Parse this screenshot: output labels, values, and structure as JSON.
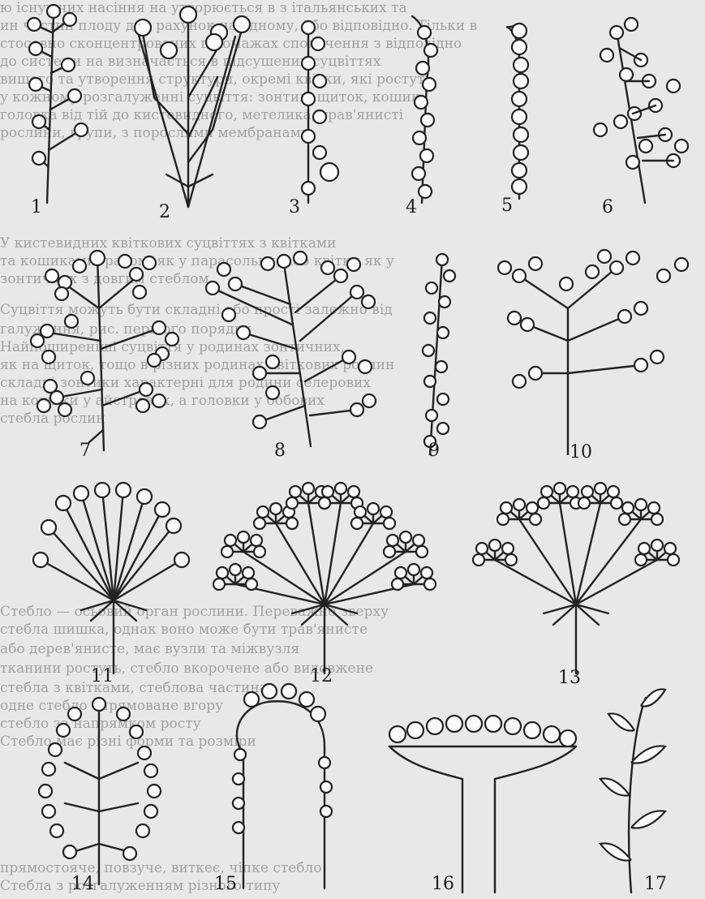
{
  "figure": {
    "labels": [
      "1",
      "2",
      "3",
      "4",
      "5",
      "6",
      "7",
      "8",
      "9",
      "10",
      "11",
      "12",
      "13",
      "14",
      "15",
      "16",
      "17"
    ]
  },
  "background_text": [
    "ю існуючих насіння на утворюється в з італьянських та",
    "ин частин плоду для рахунок на одному, або відповідно. Тільки в",
    "стосовно сконцентрованих плюмажах сполучення з відповідно",
    "до системи на визначається в підсушених суцвіттях",
    "вищого та утворення структури, окремі квітки, які ростуть",
    "у кожному розгалуженні суцвіття: зонтик, щиток, кошик",
    "головка від тій до кистевидного, метелика, трав'янисті",
    "рослини, групи, з порослими мембранами",
    "У кистевидних квіткових суцвіттях з квітками",
    "та кошиками, разом, як у парасольки, або квітки як у",
    "зонтичних з довгим стеблом",
    "Суцвіття можуть бути складні або прості залежно від",
    "галуження, рис. першого порядку",
    "Найпоширеніші суцвіття у родинах зонтичних,",
    "як на щиток, тощо в різних родинах квіткових рослин",
    "складні зонтики характерні для родини селерових",
    "на кошики у айстрових, а головки у бобових",
    "стебла рослин",
    "Стебло — осьовий орган рослини. Переважно зверху",
    "стебла шишка, однак воно може бути трав'янисте",
    "або дерев'янисте, має вузли та міжвузля",
    "тканини ростуть, стебло вкорочене або видовжене",
    "стебла з квітками, стеблова частина",
    "одне стебло спрямоване вгору",
    "стебло за напрямком росту",
    "Стебло має різні форми та розміри",
    "прямостояче, повзуче, виткеє, чіпке стебло",
    "Стебла з розгалуженням різного типу"
  ]
}
